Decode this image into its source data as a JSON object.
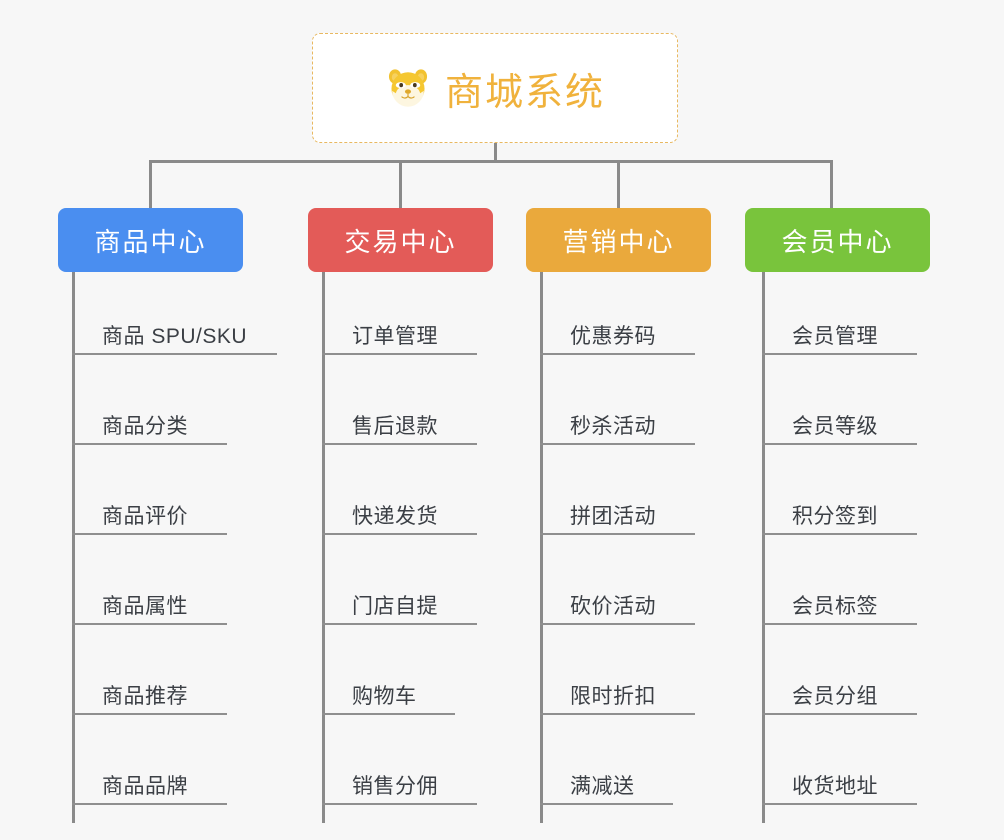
{
  "root": {
    "title": "商城系统",
    "icon": "shiba-dog-icon",
    "border_color": "#e8b860",
    "text_color": "#f0b23c",
    "background": "#ffffff"
  },
  "canvas": {
    "background": "#f7f7f7",
    "line_color": "#8a8a8a"
  },
  "branches": [
    {
      "label": "商品中心",
      "color": "#4a8ef0",
      "items": [
        "商品 SPU/SKU",
        "商品分类",
        "商品评价",
        "商品属性",
        "商品推荐",
        "商品品牌"
      ]
    },
    {
      "label": "交易中心",
      "color": "#e35b58",
      "items": [
        "订单管理",
        "售后退款",
        "快递发货",
        "门店自提",
        "购物车",
        "销售分佣"
      ]
    },
    {
      "label": "营销中心",
      "color": "#eaa93c",
      "items": [
        "优惠券码",
        "秒杀活动",
        "拼团活动",
        "砍价活动",
        "限时折扣",
        "满减送"
      ]
    },
    {
      "label": "会员中心",
      "color": "#79c43c",
      "items": [
        "会员管理",
        "会员等级",
        "积分签到",
        "会员标签",
        "会员分组",
        "收货地址"
      ]
    }
  ]
}
